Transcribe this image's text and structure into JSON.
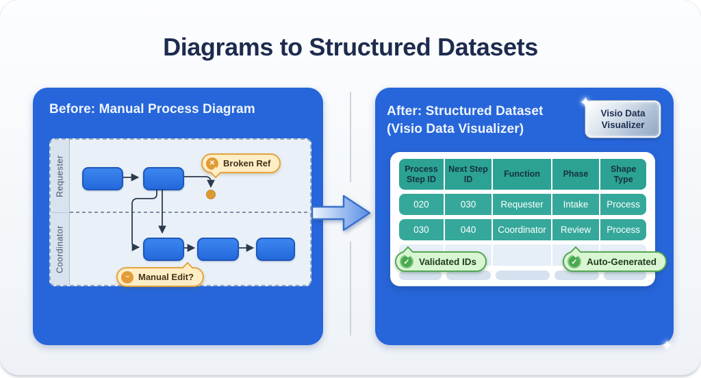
{
  "page_title": "Diagrams to Structured Datasets",
  "before_panel": {
    "title": "Before: Manual Process Diagram",
    "lanes": [
      "Requester",
      "Coordinator"
    ],
    "callout_broken": "Broken Ref",
    "callout_manual": "Manual Edit?"
  },
  "after_panel": {
    "title_line1": "After: Structured Dataset",
    "title_line2": "(Visio Data Visualizer)",
    "corner_badge": "Visio Data Visualizer",
    "badge_validated": "Validated IDs",
    "badge_auto": "Auto-Generated"
  },
  "chart_data": {
    "type": "table",
    "title": "Structured Dataset (Visio Data Visualizer)",
    "columns": [
      "Process Step ID",
      "Next Step ID",
      "Function",
      "Phase",
      "Shape Type"
    ],
    "rows": [
      [
        "020",
        "030",
        "Requester",
        "Intake",
        "Process"
      ],
      [
        "030",
        "040",
        "Coordinator",
        "Review",
        "Process"
      ]
    ],
    "empty_rows": 2
  },
  "icons": {
    "broken_glyph": "✕",
    "manual_glyph": "~",
    "check_glyph": "✓",
    "sparkle_glyph": "✦"
  },
  "colors": {
    "panel_blue": "#2766da",
    "box_blue": "#2e7ae6",
    "teal_header": "#2ba294",
    "teal_row": "#35a89b",
    "callout_orange_fill": "#ffedc6",
    "callout_orange_border": "#e3a43c",
    "badge_green_fill": "#d9f6d2",
    "badge_green_border": "#53a653",
    "title_navy": "#1d2b4e"
  }
}
